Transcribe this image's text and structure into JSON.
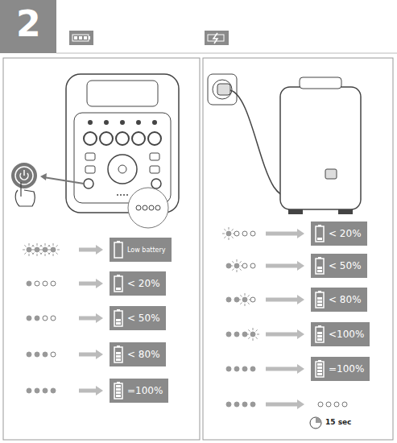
{
  "diagram": {
    "title": "2",
    "nodes": [
      {
        "text": [
          "Low battery"
        ]
      },
      {
        "text": [
          "< 20%"
        ]
      },
      {
        "text": [
          "< 50%"
        ]
      },
      {
        "text": [
          "< 80%"
        ]
      },
      {
        "text": [
          "=100%"
        ]
      },
      {
        "text": [
          "< 20%"
        ]
      },
      {
        "text": [
          "< 50%"
        ]
      },
      {
        "text": [
          "< 80%"
        ]
      },
      {
        "text": [
          "<100%"
        ]
      },
      {
        "text": [
          "=100%"
        ]
      }
    ],
    "labels": [
      "15 sec"
    ]
  }
}
